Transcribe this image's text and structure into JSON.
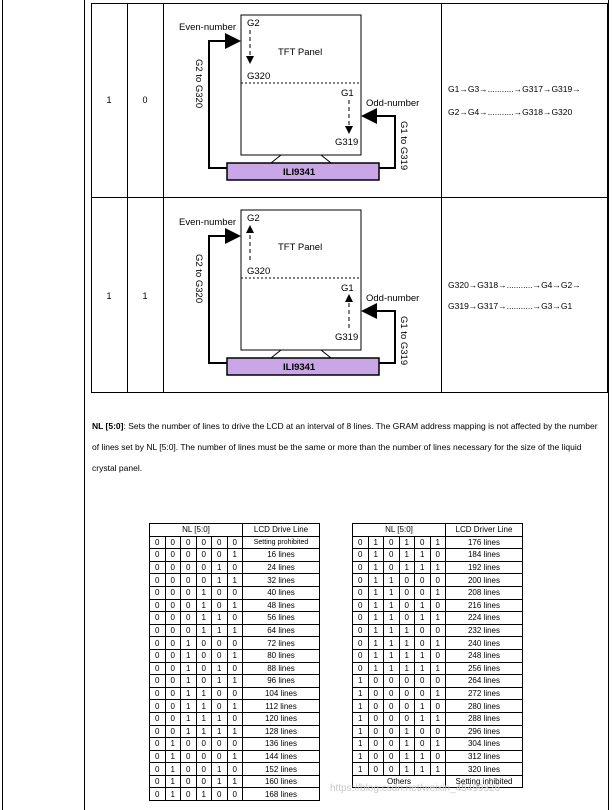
{
  "rows": [
    {
      "c1": "1",
      "c2": "0",
      "seq1": "G1→G3→...........→G317→G319→",
      "seq2": "G2→G4→...........→G318→G320",
      "even_label": "Even-number",
      "odd_label": "Odd-number",
      "panel_label": "TFT Panel",
      "even_top": "G2",
      "even_bottom": "G320",
      "odd_top": "G1",
      "odd_bottom": "G319",
      "left_range": "G2 to G320",
      "right_range": "G1 to G319",
      "chip": "ILI9341"
    },
    {
      "c1": "1",
      "c2": "1",
      "seq1": "G320→G318→...........→G4→G2→",
      "seq2": "G319→G317→...........→G3→G1",
      "even_label": "Even-number",
      "odd_label": "Odd-number",
      "panel_label": "TFT Panel",
      "even_top": "G2",
      "even_bottom": "G320",
      "odd_top": "G1",
      "odd_bottom": "G319",
      "left_range": "G2 to G320",
      "right_range": "G1 to G319",
      "chip": "ILI9341"
    }
  ],
  "description": {
    "term": "NL [5:0]",
    "text": ": Sets the number of lines to drive the LCD at an interval of 8 lines. The GRAM address mapping is not affected by the number of lines set by NL [5:0]. The number of lines must be the same or more than the number of lines necessary for the size of the liquid crystal panel."
  },
  "table_left": {
    "header_bits": "NL [5:0]",
    "header_lines": "LCD Drive Line",
    "rows": [
      [
        "0",
        "0",
        "0",
        "0",
        "0",
        "0",
        "Setting prohibited"
      ],
      [
        "0",
        "0",
        "0",
        "0",
        "0",
        "1",
        "16 lines"
      ],
      [
        "0",
        "0",
        "0",
        "0",
        "1",
        "0",
        "24 lines"
      ],
      [
        "0",
        "0",
        "0",
        "0",
        "1",
        "1",
        "32 lines"
      ],
      [
        "0",
        "0",
        "0",
        "1",
        "0",
        "0",
        "40 lines"
      ],
      [
        "0",
        "0",
        "0",
        "1",
        "0",
        "1",
        "48 lines"
      ],
      [
        "0",
        "0",
        "0",
        "1",
        "1",
        "0",
        "56 lines"
      ],
      [
        "0",
        "0",
        "0",
        "1",
        "1",
        "1",
        "64 lines"
      ],
      [
        "0",
        "0",
        "1",
        "0",
        "0",
        "0",
        "72 lines"
      ],
      [
        "0",
        "0",
        "1",
        "0",
        "0",
        "1",
        "80 lines"
      ],
      [
        "0",
        "0",
        "1",
        "0",
        "1",
        "0",
        "88 lines"
      ],
      [
        "0",
        "0",
        "1",
        "0",
        "1",
        "1",
        "96 lines"
      ],
      [
        "0",
        "0",
        "1",
        "1",
        "0",
        "0",
        "104 lines"
      ],
      [
        "0",
        "0",
        "1",
        "1",
        "0",
        "1",
        "112 lines"
      ],
      [
        "0",
        "0",
        "1",
        "1",
        "1",
        "0",
        "120 lines"
      ],
      [
        "0",
        "0",
        "1",
        "1",
        "1",
        "1",
        "128 lines"
      ],
      [
        "0",
        "1",
        "0",
        "0",
        "0",
        "0",
        "136 lines"
      ],
      [
        "0",
        "1",
        "0",
        "0",
        "0",
        "1",
        "144 lines"
      ],
      [
        "0",
        "1",
        "0",
        "0",
        "1",
        "0",
        "152 lines"
      ],
      [
        "0",
        "1",
        "0",
        "0",
        "1",
        "1",
        "160 lines"
      ],
      [
        "0",
        "1",
        "0",
        "1",
        "0",
        "0",
        "168 lines"
      ]
    ]
  },
  "table_right": {
    "header_bits": "NL [5:0]",
    "header_lines": "LCD Driver Line",
    "rows": [
      [
        "0",
        "1",
        "0",
        "1",
        "0",
        "1",
        "176 lines"
      ],
      [
        "0",
        "1",
        "0",
        "1",
        "1",
        "0",
        "184 lines"
      ],
      [
        "0",
        "1",
        "0",
        "1",
        "1",
        "1",
        "192 lines"
      ],
      [
        "0",
        "1",
        "1",
        "0",
        "0",
        "0",
        "200 lines"
      ],
      [
        "0",
        "1",
        "1",
        "0",
        "0",
        "1",
        "208 lines"
      ],
      [
        "0",
        "1",
        "1",
        "0",
        "1",
        "0",
        "216 lines"
      ],
      [
        "0",
        "1",
        "1",
        "0",
        "1",
        "1",
        "224 lines"
      ],
      [
        "0",
        "1",
        "1",
        "1",
        "0",
        "0",
        "232 lines"
      ],
      [
        "0",
        "1",
        "1",
        "1",
        "0",
        "1",
        "240 lines"
      ],
      [
        "0",
        "1",
        "1",
        "1",
        "1",
        "0",
        "248 lines"
      ],
      [
        "0",
        "1",
        "1",
        "1",
        "1",
        "1",
        "256 lines"
      ],
      [
        "1",
        "0",
        "0",
        "0",
        "0",
        "0",
        "264 lines"
      ],
      [
        "1",
        "0",
        "0",
        "0",
        "0",
        "1",
        "272 lines"
      ],
      [
        "1",
        "0",
        "0",
        "0",
        "1",
        "0",
        "280 lines"
      ],
      [
        "1",
        "0",
        "0",
        "0",
        "1",
        "1",
        "288 lines"
      ],
      [
        "1",
        "0",
        "0",
        "1",
        "0",
        "0",
        "296 lines"
      ],
      [
        "1",
        "0",
        "0",
        "1",
        "0",
        "1",
        "304 lines"
      ],
      [
        "1",
        "0",
        "0",
        "1",
        "1",
        "0",
        "312 lines"
      ],
      [
        "1",
        "0",
        "0",
        "1",
        "1",
        "1",
        "320 lines"
      ]
    ],
    "footer_left": "Others",
    "footer_right": "Setting inhibited"
  },
  "watermark": "https://blog.csdn.net/weixin_45499326"
}
